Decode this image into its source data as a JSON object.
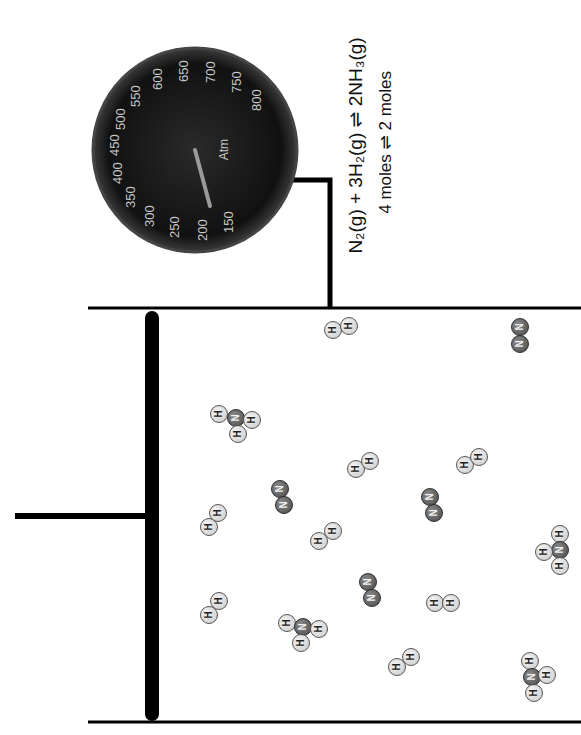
{
  "diagram": {
    "nodes": [
      {
        "text": [
          "H"
        ]
      },
      {
        "text": [
          "H"
        ]
      },
      {
        "text": [
          "N"
        ]
      },
      {
        "text": [
          "N"
        ]
      },
      {
        "text": [
          "H"
        ]
      },
      {
        "text": [
          "N"
        ]
      },
      {
        "text": [
          "H"
        ]
      },
      {
        "text": [
          "H"
        ]
      },
      {
        "text": [
          "H"
        ]
      },
      {
        "text": [
          "H"
        ]
      },
      {
        "text": [
          "H"
        ]
      },
      {
        "text": [
          "H"
        ]
      },
      {
        "text": [
          "N"
        ]
      },
      {
        "text": [
          "N"
        ]
      },
      {
        "text": [
          "N"
        ]
      },
      {
        "text": [
          "N"
        ]
      },
      {
        "text": [
          "H"
        ]
      },
      {
        "text": [
          "H"
        ]
      },
      {
        "text": [
          "H"
        ]
      },
      {
        "text": [
          "H"
        ]
      },
      {
        "text": [
          "H"
        ]
      },
      {
        "text": [
          "N"
        ]
      },
      {
        "text": [
          "H"
        ]
      },
      {
        "text": [
          "H"
        ]
      },
      {
        "text": [
          "N"
        ]
      },
      {
        "text": [
          "N"
        ]
      },
      {
        "text": [
          "H"
        ]
      },
      {
        "text": [
          "H"
        ]
      },
      {
        "text": [
          "H"
        ]
      },
      {
        "text": [
          "H"
        ]
      },
      {
        "text": [
          "H"
        ]
      },
      {
        "text": [
          "N"
        ]
      },
      {
        "text": [
          "H"
        ]
      },
      {
        "text": [
          "H"
        ]
      },
      {
        "text": [
          "H"
        ]
      },
      {
        "text": [
          "H"
        ]
      },
      {
        "text": [
          "H"
        ]
      },
      {
        "text": [
          "N"
        ]
      },
      {
        "text": [
          "H"
        ]
      },
      {
        "text": [
          "H"
        ]
      }
    ],
    "labels": [
      "150",
      "200",
      "250",
      "300",
      "350",
      "400",
      "450",
      "500",
      "550",
      "600",
      "650",
      "700",
      "750",
      "800",
      "Atm",
      "N₂(g) + 3H₂(g) ⇌ 2NH₃(g)",
      "4 moles ⇌ 2 moles"
    ]
  }
}
